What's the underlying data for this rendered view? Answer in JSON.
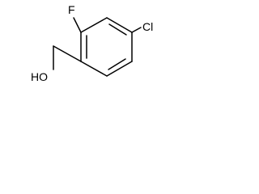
{
  "molecule": {
    "atoms": {
      "fluorine": "F",
      "chlorine": "Cl",
      "hydroxyl": "HO"
    },
    "colors": {
      "bond": "#000000",
      "label": "#000000",
      "background": "#ffffff"
    }
  }
}
